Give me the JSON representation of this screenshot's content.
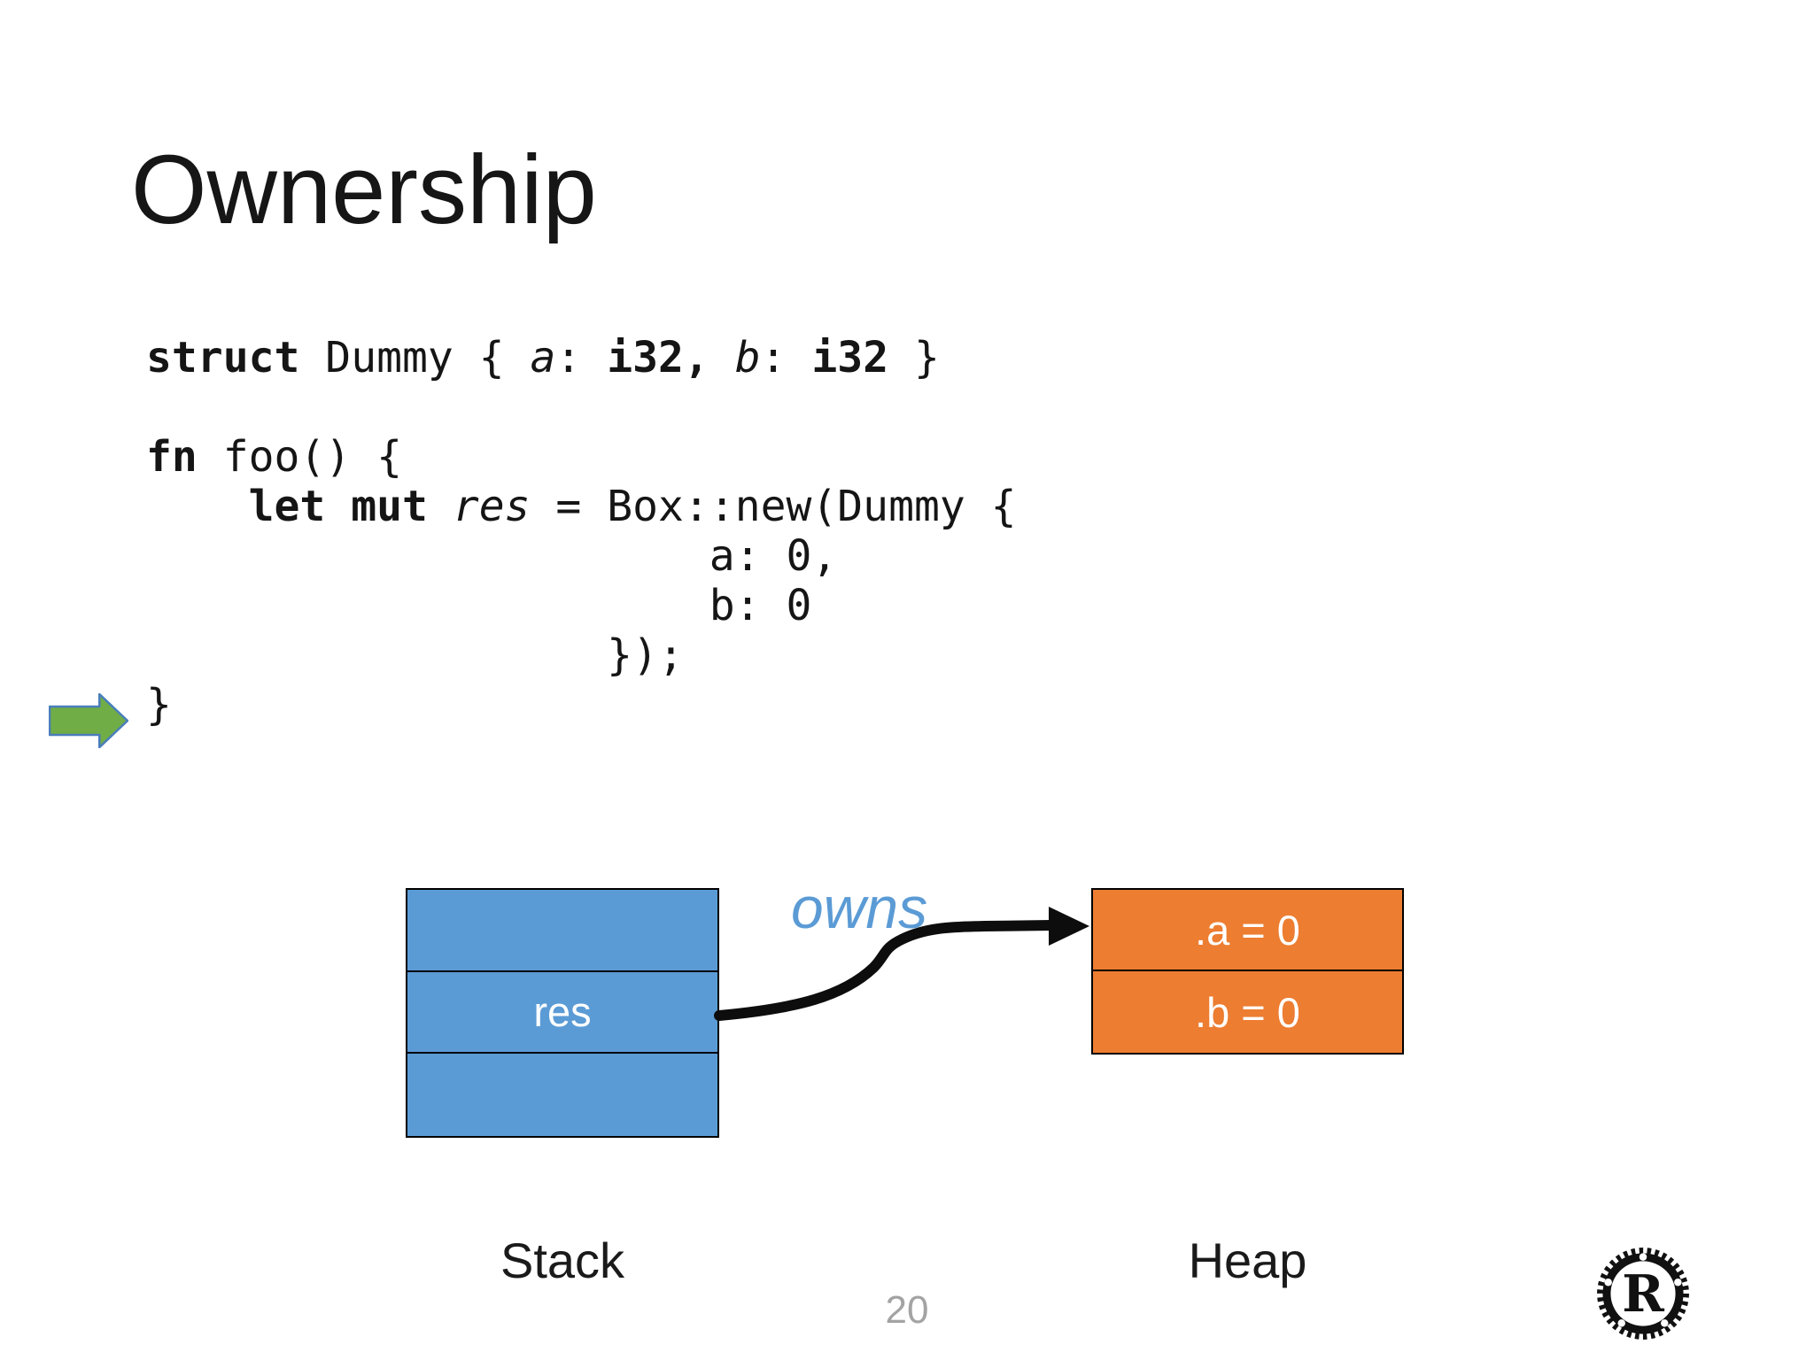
{
  "slide": {
    "title": "Ownership",
    "page_number": "20"
  },
  "code": {
    "lines": [
      [
        {
          "t": "struct",
          "b": 1
        },
        {
          "t": " Dummy { "
        },
        {
          "t": "a",
          "i": 1
        },
        {
          "t": ": "
        },
        {
          "t": "i32,",
          "b": 1
        },
        {
          "t": " "
        },
        {
          "t": "b",
          "i": 1
        },
        {
          "t": ": "
        },
        {
          "t": "i32",
          "b": 1
        },
        {
          "t": " }"
        }
      ],
      [],
      [
        {
          "t": "fn",
          "b": 1
        },
        {
          "t": " foo() {"
        }
      ],
      [
        {
          "t": "    "
        },
        {
          "t": "let mut",
          "b": 1
        },
        {
          "t": " "
        },
        {
          "t": "res",
          "i": 1
        },
        {
          "t": " = Box::new(Dummy {"
        }
      ],
      [
        {
          "t": "                      a: 0,"
        }
      ],
      [
        {
          "t": "                      b: 0"
        }
      ],
      [
        {
          "t": "                  });"
        }
      ],
      [
        {
          "t": "}"
        }
      ]
    ]
  },
  "diagram": {
    "owns_label": "owns",
    "stack_rows": [
      "",
      "res",
      ""
    ],
    "heap_rows": [
      ".a = 0",
      ".b = 0"
    ],
    "stack_label": "Stack",
    "heap_label": "Heap"
  },
  "icons": {
    "pointer_arrow": "green-block-arrow-right-icon",
    "owns_arrow": "curved-owns-arrow",
    "logo": "rust-logo"
  },
  "colors": {
    "stack_fill": "#5b9bd5",
    "heap_fill": "#ed7d31",
    "accent_blue": "#5b9bd5",
    "pointer_green": "#70ad47",
    "pointer_border": "#4a7ebb",
    "arrow_black": "#0d0d0d",
    "page_number_gray": "#a3a3a3"
  }
}
